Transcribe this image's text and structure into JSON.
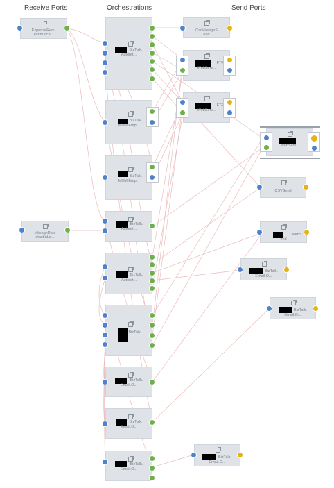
{
  "columns": {
    "receive": "Receive Ports",
    "orchestrations": "Orchestrations",
    "send": "Send Ports"
  },
  "receive_ports": [
    {
      "line1": "ExpenseRequ",
      "line2": "estInLoca..."
    },
    {
      "line1": "MileageRate",
      "line2": "stastInLo..."
    }
  ],
  "orchestrations": [
    {
      "line1": "BizTalk.",
      "line2": "Autoret..."
    },
    {
      "line1": "BizTalk.",
      "line2": "MDM.Emp..."
    },
    {
      "line1": "BizTalk.",
      "line2": "MDM.Emp..."
    },
    {
      "line1": "BizTalk.",
      "line2": "Autoret..."
    },
    {
      "line1": "BizTalk.",
      "line2": "Autoret..."
    },
    {
      "line1": "BizTalk.",
      "line2": ""
    },
    {
      "line1": "BizTalk.",
      "line2": "Email.O..."
    },
    {
      "line1": "BizTalk.",
      "line2": "Email.O..."
    },
    {
      "line1": "BizTalk.",
      "line2": "Email.O..."
    }
  ],
  "send_ports": [
    {
      "line1": "CarMileageS",
      "line2": "end"
    },
    {
      "line1": "FTR",
      "line2": "WebServ..."
    },
    {
      "line1": "FTR",
      "line2": "WebServ..."
    },
    {
      "line1": "",
      "line2": "WebServ..."
    },
    {
      "line1": "CSVSend",
      "line2": ""
    },
    {
      "line1": "WebS",
      "line2": "end"
    },
    {
      "line1": "BizTalk.",
      "line2": "Email.O..."
    },
    {
      "line1": "BizTalk.",
      "line2": "Email.O..."
    },
    {
      "line1": "BizTalk.",
      "line2": "Email.O..."
    }
  ],
  "colors": {
    "node_fill": "#dfe3e8",
    "port_in": "#4f83c9",
    "port_out": "#6fb04c",
    "port_send": "#e6b214",
    "wire": "#e8b4b4"
  }
}
